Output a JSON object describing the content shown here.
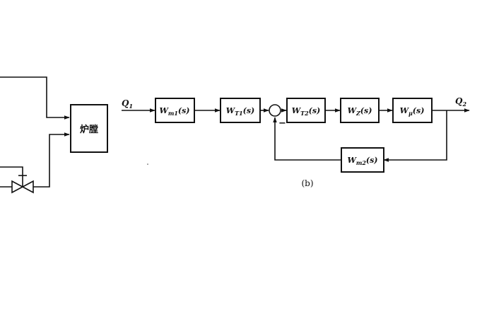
{
  "left_diagram": {
    "furnace_label": "炉膛"
  },
  "right_diagram": {
    "input_signal": "Q",
    "input_subscript": "1",
    "output_signal": "Q",
    "output_subscript": "2",
    "blocks": {
      "wm1": {
        "main": "W",
        "sub": "m1",
        "tail": "(s)"
      },
      "wt1": {
        "main": "W",
        "sub": "T1",
        "tail": "(s)"
      },
      "wt2": {
        "main": "W",
        "sub": "T2",
        "tail": "(s)"
      },
      "wz": {
        "main": "W",
        "sub": "Z",
        "tail": "(s)"
      },
      "wmu": {
        "main": "W",
        "sub": "μ",
        "tail": "(s)"
      },
      "wm2": {
        "main": "W",
        "sub": "m2",
        "tail": "(s)"
      }
    },
    "feedback_sign": "−",
    "caption": "(b)"
  }
}
